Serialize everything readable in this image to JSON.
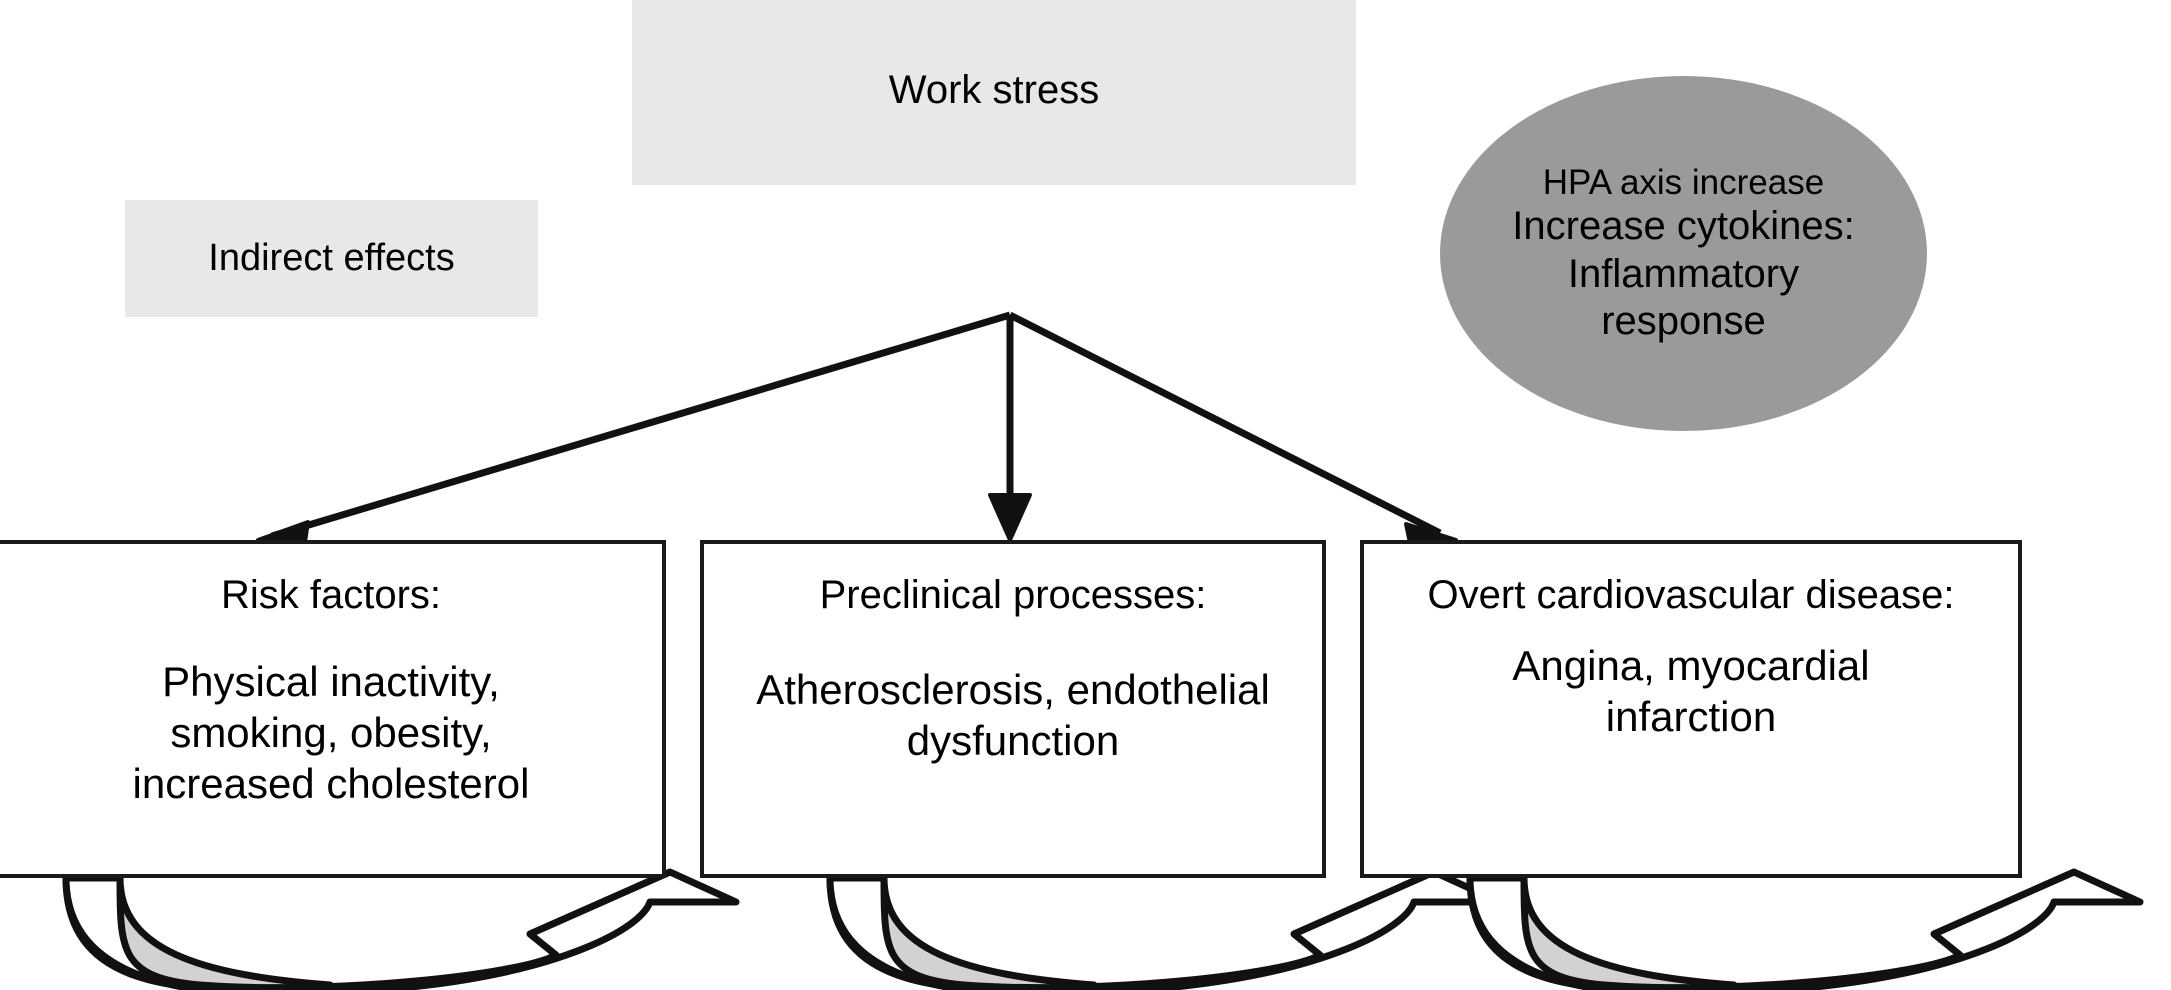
{
  "diagram": {
    "title_box": {
      "label": "Work stress",
      "fill": "#e8e8e8"
    },
    "indirect_box": {
      "label": "Indirect effects",
      "fill": "#e8e8e8"
    },
    "ellipse": {
      "fill": "#9a9a9a",
      "line_1": "HPA axis increase",
      "line_2": "Increase cytokines:",
      "line_3": "Inflammatory",
      "line_4": "response"
    },
    "boxes": [
      {
        "id": "risk-factors",
        "heading": "Risk factors:",
        "body_line_1": "Physical inactivity,",
        "body_line_2": "smoking, obesity,",
        "body_line_3": "increased cholesterol",
        "fill": "#ffffff",
        "stroke": "#1a1a1a"
      },
      {
        "id": "preclinical",
        "heading": "Preclinical processes:",
        "body_line_1": "Atherosclerosis, endothelial",
        "body_line_2": "dysfunction",
        "body_line_3": "",
        "fill": "#ffffff",
        "stroke": "#1a1a1a"
      },
      {
        "id": "overt",
        "heading": "Overt cardiovascular disease:",
        "body_line_1": "Angina, myocardial",
        "body_line_2": "infarction",
        "body_line_3": "",
        "fill": "#ffffff",
        "stroke": "#1a1a1a"
      }
    ],
    "connectors": {
      "source_label": "Work stress",
      "targets": [
        "Risk factors:",
        "Preclinical processes:",
        "Overt cardiovascular disease:"
      ],
      "style": "straight-arrow",
      "stroke": "#111111"
    },
    "feedback_loops": {
      "count": 3,
      "style": "curved-feedback-arrow",
      "crescent_fill": "#d2d2d2",
      "arrow_fill": "#ffffff",
      "stroke": "#111111"
    }
  }
}
